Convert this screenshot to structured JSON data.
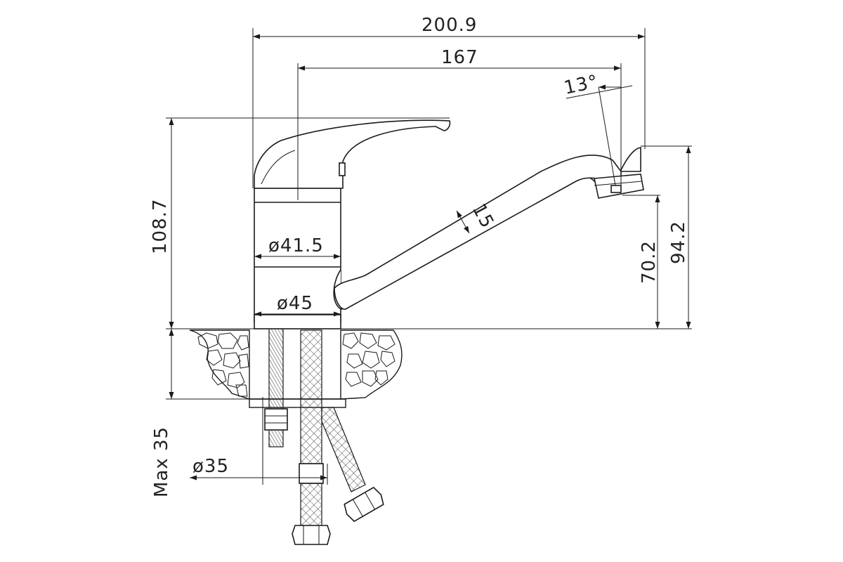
{
  "dimensions": {
    "overall_width": "200.9",
    "spout_reach": "167",
    "spout_angle": "13°",
    "body_height": "108.7",
    "body_diameter_upper": "ø41.5",
    "body_diameter_lower": "ø45",
    "spout_thickness": "15",
    "spout_height_outlet": "70.2",
    "spout_height_top": "94.2",
    "max_counter_thickness": "Max 35",
    "mounting_hole_diameter": "ø35"
  },
  "colors": {
    "line": "#1a1a1a",
    "background": "#ffffff"
  }
}
